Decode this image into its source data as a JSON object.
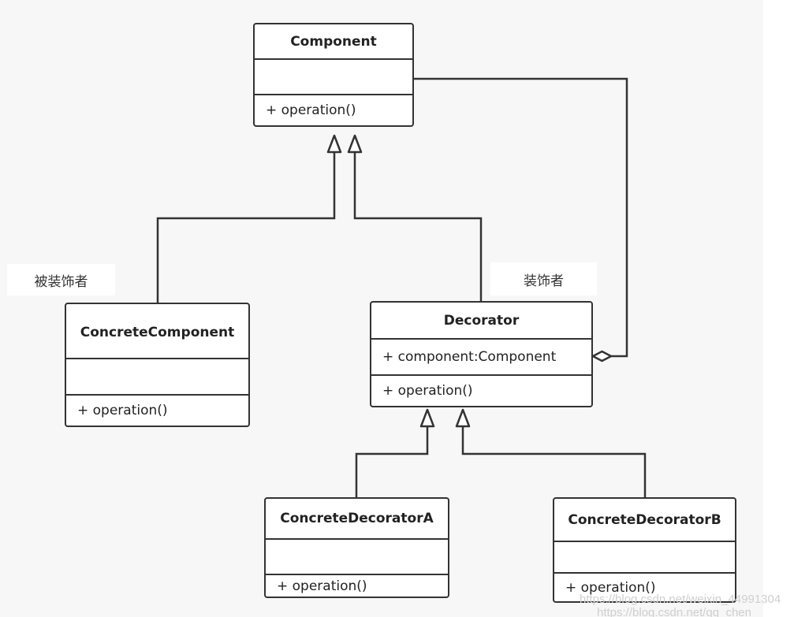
{
  "classes": {
    "component": {
      "name": "Component",
      "attributes": "",
      "operations": "+ operation()"
    },
    "concrete_component": {
      "name": "ConcreteComponent",
      "attributes": "",
      "operations": "+ operation()"
    },
    "decorator": {
      "name": "Decorator",
      "attributes": "+ component:Component",
      "operations": "+ operation()"
    },
    "concrete_decorator_a": {
      "name": "ConcreteDecoratorA",
      "attributes": "",
      "operations": "+ operation()"
    },
    "concrete_decorator_b": {
      "name": "ConcreteDecoratorB",
      "attributes": "",
      "operations": "+ operation()"
    }
  },
  "labels": {
    "decorated": "被装饰者",
    "decorator": "装饰者"
  },
  "watermark": {
    "line1": "https://blog.csdn.net/weixin_44991304",
    "line2": "https://blog.csdn.net/qq_chen"
  },
  "relations": [
    {
      "type": "generalization",
      "from": "ConcreteComponent",
      "to": "Component"
    },
    {
      "type": "generalization",
      "from": "Decorator",
      "to": "Component"
    },
    {
      "type": "aggregation",
      "whole": "Decorator",
      "part": "Component"
    },
    {
      "type": "generalization",
      "from": "ConcreteDecoratorA",
      "to": "Decorator"
    },
    {
      "type": "generalization",
      "from": "ConcreteDecoratorB",
      "to": "Decorator"
    }
  ]
}
